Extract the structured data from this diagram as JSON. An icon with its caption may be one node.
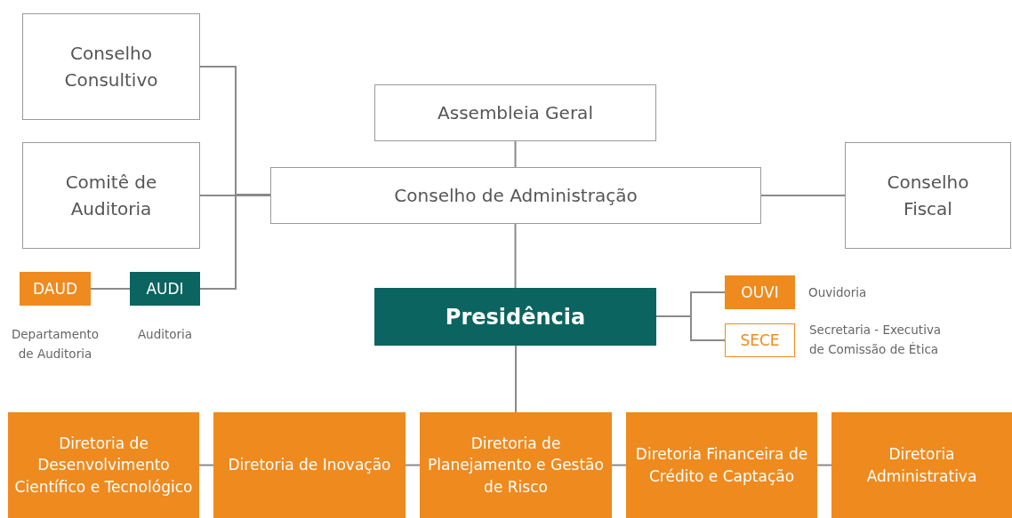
{
  "diagram": {
    "nodes": [
      {
        "text": [
          "Conselho Consultivo"
        ]
      },
      {
        "text": [
          "Assembleia Geral"
        ]
      },
      {
        "text": [
          "Comitê de Auditoria"
        ]
      },
      {
        "text": [
          "Conselho de Administração"
        ]
      },
      {
        "text": [
          "Conselho Fiscal"
        ]
      },
      {
        "text": [
          "DAUD"
        ],
        "beside": [
          "Departamento de Auditoria"
        ]
      },
      {
        "text": [
          "AUDI"
        ],
        "beside": [
          "Auditoria"
        ]
      },
      {
        "text": [
          "OUVI"
        ],
        "beside": [
          "Ouvidoria"
        ]
      },
      {
        "text": [
          "Presidência"
        ]
      },
      {
        "text": [
          "SECE"
        ],
        "beside": [
          "Secretaria - Executiva de Comissão de Ética"
        ]
      },
      {
        "text": [
          "Diretoria de Desenvolvimento Científico e Tecnológico"
        ]
      },
      {
        "text": [
          "Diretoria de Inovação"
        ]
      },
      {
        "text": [
          "Diretoria de Planejamento e Gestão de Risco"
        ]
      },
      {
        "text": [
          "Diretoria Financeira de Crédito e Captação"
        ]
      },
      {
        "text": [
          "Diretoria Administrativa"
        ]
      }
    ],
    "edges": [
      {
        "from": 0,
        "to": 3,
        "arrow": "none"
      },
      {
        "from": 2,
        "to": 3,
        "arrow": "none"
      },
      {
        "from": 6,
        "to": 3,
        "arrow": "none"
      },
      {
        "from": 5,
        "to": 6,
        "arrow": "none"
      },
      {
        "from": 1,
        "to": 3,
        "arrow": "none"
      },
      {
        "from": 3,
        "to": 4,
        "arrow": "none"
      },
      {
        "from": 3,
        "to": 8,
        "arrow": "none"
      },
      {
        "from": 8,
        "to": 7,
        "arrow": "none"
      },
      {
        "from": 8,
        "to": 9,
        "arrow": "none"
      },
      {
        "from": 8,
        "to": 12,
        "arrow": "none"
      },
      {
        "from": 10,
        "to": 11,
        "arrow": "none"
      },
      {
        "from": 11,
        "to": 12,
        "arrow": "none"
      },
      {
        "from": 12,
        "to": 13,
        "arrow": "none"
      },
      {
        "from": 13,
        "to": 14,
        "arrow": "none"
      }
    ]
  }
}
